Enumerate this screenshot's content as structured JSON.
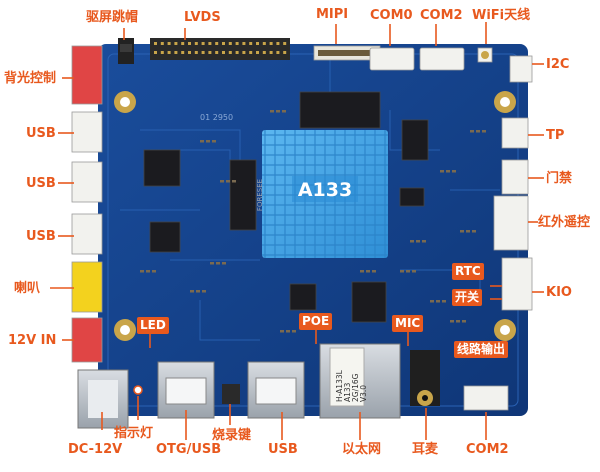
{
  "chip": {
    "name": "A133"
  },
  "labels": {
    "jumper": "驱屏跳帽",
    "lvds": "LVDS",
    "mipi": "MIPI",
    "com0": "COM0",
    "com2_top": "COM2",
    "wifi": "WiFi天线",
    "backlight": "背光控制",
    "usb1": "USB",
    "usb2": "USB",
    "usb3": "USB",
    "speaker": "喇叭",
    "power_in": "12V IN",
    "dc12v": "DC-12V",
    "indicator": "指示灯",
    "otg_usb": "OTG/USB",
    "burn_key": "烧录键",
    "usb_bottom": "USB",
    "ethernet": "以太网",
    "earphone": "耳麦",
    "com2_bottom": "COM2",
    "i2c": "I2C",
    "tp": "TP",
    "door": "门禁",
    "ir_remote": "红外遥控",
    "kio": "KIO"
  },
  "badges": {
    "led": "LED",
    "poe": "POE",
    "mic": "MIC",
    "rtc": "RTC",
    "switch": "开关",
    "line_out": "线路输出"
  },
  "board_text": {
    "eth_jack": [
      "H-A133L",
      "A133",
      "2G/16G",
      "V3.0"
    ],
    "silk_serial": "01 2950",
    "flash_brand": "FORESEE"
  },
  "colors": {
    "accent": "#e8591e",
    "pcb": "#123f88",
    "heatsink": "#49a9ea",
    "connector_white": "#f2f2ee",
    "connector_red": "#e04545",
    "connector_yellow": "#f3d21e"
  }
}
